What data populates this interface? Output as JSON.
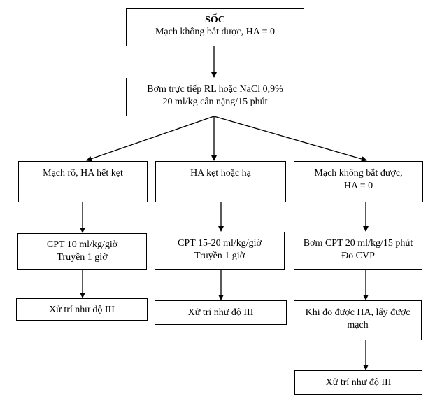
{
  "boxes": {
    "shock": {
      "title": "SỐC",
      "line2": "Mạch không bắt được, HA = 0"
    },
    "bolus": {
      "line1": "Bơm trực tiếp RL hoặc NaCl 0,9%",
      "line2": "20 ml/kg cân nặng/15 phút"
    },
    "left_condition": {
      "line1": "Mạch rõ, HA hết kẹt"
    },
    "mid_condition": {
      "line1": "HA kẹt hoặc hạ"
    },
    "right_condition": {
      "line1": "Mạch không bắt được,",
      "line2": "HA = 0"
    },
    "left_infusion": {
      "line1": "CPT 10 ml/kg/giờ",
      "line2": "Truyền 1 giờ"
    },
    "mid_infusion": {
      "line1": "CPT 15-20 ml/kg/giờ",
      "line2": "Truyền 1 giờ"
    },
    "right_infusion": {
      "line1": "Bơm CPT 20 ml/kg/15 phút",
      "line2": "Đo CVP"
    },
    "left_result": {
      "line1": "Xử trí như độ III"
    },
    "mid_result": {
      "line1": "Xử trí như độ III"
    },
    "right_check": {
      "line1": "Khi đo được HA, lấy được",
      "line2": "mạch"
    },
    "right_result": {
      "line1": "Xử trí như độ III"
    }
  }
}
